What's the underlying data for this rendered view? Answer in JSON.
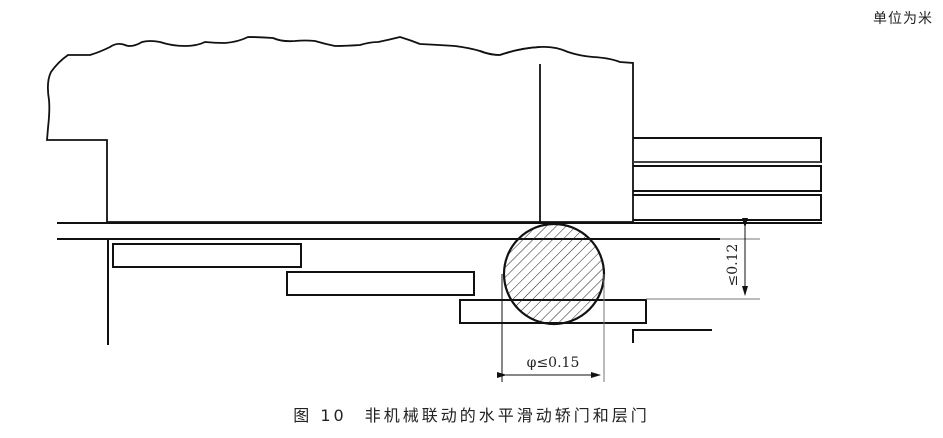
{
  "unit_label": "单位为米",
  "caption": {
    "figure_number": "图 10",
    "title": "非机械联动的水平滑动轿门和层门"
  },
  "dimensions": {
    "vertical_gap": "≤0.12",
    "diameter": "φ≤0.15"
  },
  "components": {
    "car_body": "car-body",
    "sill_gap_ball": "test-sphere",
    "car_door_panels_count": 3,
    "landing_door_panels_count": 3
  },
  "colors": {
    "line": "#111111",
    "background": "#ffffff"
  }
}
